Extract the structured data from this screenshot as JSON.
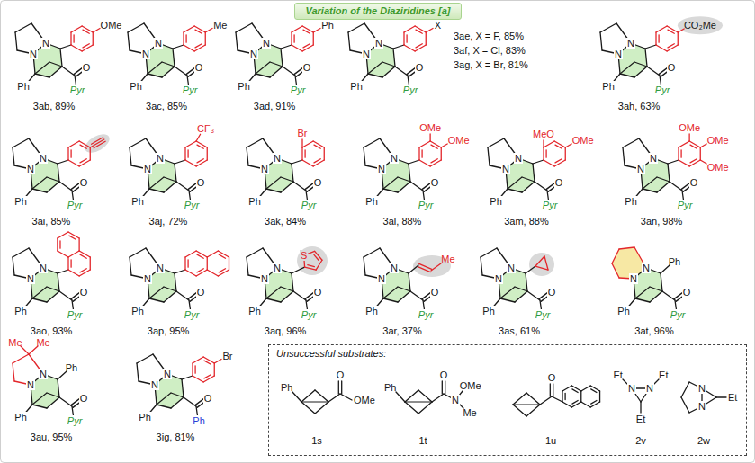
{
  "diagram": {
    "nodes": [
      {
        "text": [
          "Variation of the Diaziridines [a]"
        ]
      },
      {
        "text": [
          "Unsuccessful substrates:"
        ]
      }
    ],
    "labels": [
      "N",
      "N",
      "Ph",
      "O",
      "Pyr",
      "OMe",
      "3ab, 89%",
      "N",
      "N",
      "Ph",
      "O",
      "Pyr",
      "Me",
      "3ac, 85%",
      "N",
      "N",
      "Ph",
      "O",
      "Pyr",
      "Ph",
      "3ad, 91%",
      "N",
      "N",
      "Ph",
      "O",
      "Pyr",
      "X",
      "3ae, X = F, 85%",
      "3af, X = Cl, 83%",
      "3ag, X = Br, 81%",
      "N",
      "N",
      "Ph",
      "O",
      "Pyr",
      "CO₂Me",
      "3ah, 63%",
      "N",
      "N",
      "Ph",
      "O",
      "Pyr",
      "3ai, 85%",
      "N",
      "N",
      "Ph",
      "O",
      "Pyr",
      "CF₃",
      "3aj, 72%",
      "N",
      "N",
      "Ph",
      "O",
      "Pyr",
      "Br",
      "3ak, 84%",
      "N",
      "N",
      "Ph",
      "O",
      "Pyr",
      "OMe",
      "OMe",
      "3al, 88%",
      "N",
      "N",
      "Ph",
      "O",
      "Pyr",
      "MeO",
      "OMe",
      "3am, 88%",
      "N",
      "N",
      "Ph",
      "O",
      "Pyr",
      "OMe",
      "OMe",
      "OMe",
      "3an, 98%",
      "N",
      "N",
      "Ph",
      "O",
      "Pyr",
      "3ao, 93%",
      "N",
      "N",
      "Ph",
      "O",
      "Pyr",
      "3ap, 95%",
      "N",
      "N",
      "Ph",
      "O",
      "Pyr",
      "S",
      "3aq, 96%",
      "N",
      "N",
      "Ph",
      "O",
      "Pyr",
      "Me",
      "3ar, 37%",
      "N",
      "N",
      "Ph",
      "O",
      "Pyr",
      "3as, 61%",
      "N",
      "N",
      "Ph",
      "O",
      "Pyr",
      "Ph",
      "3at, 96%",
      "N",
      "N",
      "Ph",
      "O",
      "Pyr",
      "Me",
      "Me",
      "Ph",
      "3au, 95%",
      "N",
      "N",
      "Ph",
      "O",
      "Ph",
      "Br",
      "3ig, 81%",
      "Ph",
      "O",
      "OMe",
      "1s",
      "Ph",
      "O",
      "N",
      "OMe",
      "Me",
      "1t",
      "O",
      "1u",
      "N",
      "N",
      "Et",
      "Et",
      "Et",
      "2v",
      "N",
      "N",
      "Et",
      "2w"
    ]
  }
}
